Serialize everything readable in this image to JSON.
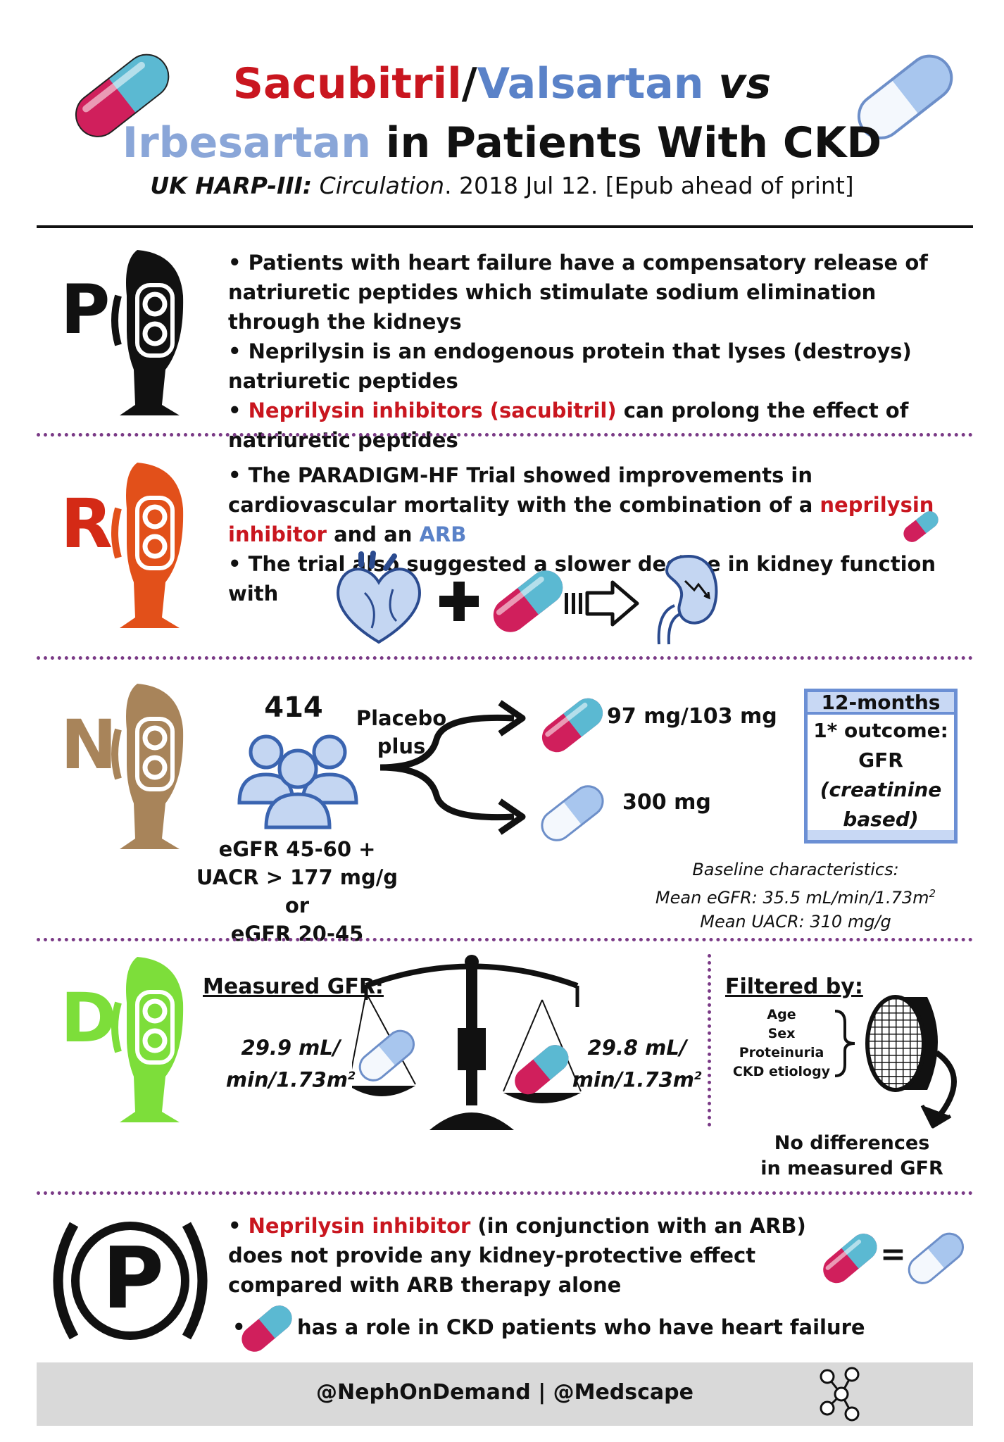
{
  "header": {
    "title_sacubitril": "Sacubitril",
    "title_slash": "/",
    "title_valsartan": "Valsartan",
    "title_vs": "vs",
    "title_irbesartan": "Irbesartan",
    "title_rest": "in Patients With CKD",
    "citation_trial": "UK HARP-III:",
    "citation_journal": "Circulation",
    "citation_rest": ". 2018 Jul 12. [Epub ahead of print]"
  },
  "sections": {
    "p": {
      "letter": "P",
      "b1": "• Patients with heart failure have a compensatory release of natriuretic peptides which stimulate sodium elimination through the kidneys",
      "b2": "• Neprilysin is an endogenous protein that lyses (destroys) natriuretic peptides",
      "b3_bullet": "• ",
      "b3_red": "Neprilysin inhibitors (sacubitril)",
      "b3_rest": " can prolong the effect of natriuretic peptides"
    },
    "r": {
      "letter": "R",
      "b1_a": "• The PARADIGM-HF Trial showed improvements in cardiovascular mortality with the combination of a ",
      "b1_red": "neprilysin inhibitor",
      "b1_mid": " and an ",
      "b1_blue": "ARB",
      "b2": "• The trial also suggested a slower decline in kidney function with"
    },
    "n": {
      "letter": "N",
      "count": "414",
      "placebo": "Placebo plus",
      "dose_sv": "97 mg/103 mg",
      "dose_irb": "300 mg",
      "criteria_1": "eGFR 45-60 +",
      "criteria_2": "UACR > 177 mg/g or",
      "criteria_3": "eGFR 20-45",
      "box_header": "12-months",
      "box_line1": "1* outcome:",
      "box_line2": "GFR",
      "box_line3": "(creatinine",
      "box_line4": "based)",
      "baseline_title": "Baseline characteristics:",
      "baseline_egfr": "Mean eGFR: 35.5 mL/min/1.73m",
      "baseline_uacr": "Mean UACR: 310 mg/g",
      "sup2": "2"
    },
    "d": {
      "letter": "D",
      "measured_title": "Measured GFR:",
      "left_value_1": "29.9 mL/",
      "left_value_2": "min/1.73m",
      "right_value_1": "29.8 mL/",
      "right_value_2": "min/1.73m",
      "sup2": "2",
      "filtered_title": "Filtered by:",
      "filters": [
        "Age",
        "Sex",
        "Proteinuria",
        "CKD etiology"
      ],
      "result_1": "No differences",
      "result_2": "in measured GFR"
    },
    "conclusion": {
      "letter": "P",
      "c1_bullet": "• ",
      "c1_red": "Neprilysin inhibitor",
      "c1_rest": " (in conjunction with an ARB) does not provide any kidney-protective effect compared with ARB therapy alone",
      "equals": "=",
      "c2_bullet": "•",
      "c2_rest": "has a role in CKD patients who have heart failure"
    }
  },
  "footer": {
    "text": "@NephOnDemand | @Medscape"
  },
  "colors": {
    "red": "#c9161f",
    "blue": "#5a82c8",
    "light_blue": "#8aa6d8",
    "p_black": "#111111",
    "r_orange": "#e2501a",
    "n_tan": "#a8845a",
    "d_green": "#7dde3a",
    "dots_purple": "#7a3a86"
  },
  "icons": {
    "header_pill_left": "red-blue-capsule-icon",
    "header_pill_right": "light-blue-capsule-icon",
    "heart": "heart-icon",
    "kidney": "kidney-declining-icon",
    "arrow": "arrow-right-icon",
    "people": "patients-group-icon",
    "scale": "balance-scale-icon",
    "filter": "filter-mesh-icon",
    "network": "network-people-icon"
  }
}
